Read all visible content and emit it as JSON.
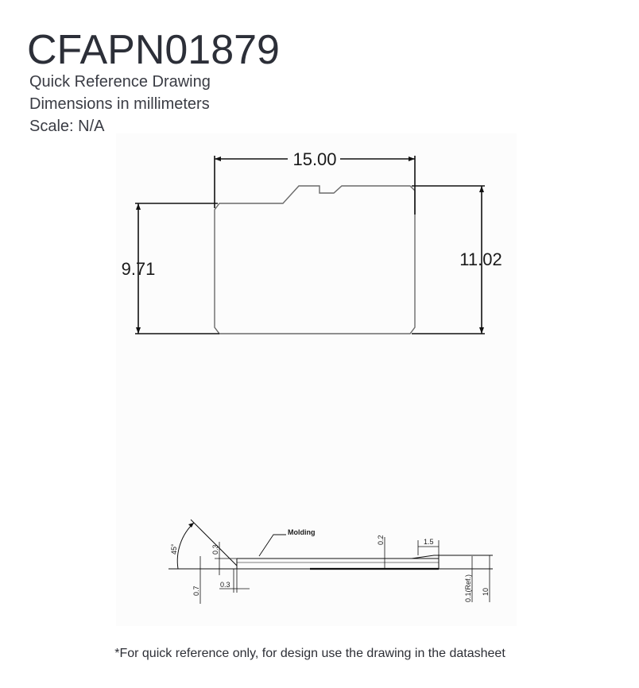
{
  "header": {
    "part_number": "CFAPN01879",
    "subtitle_1": "Quick Reference Drawing",
    "subtitle_2": "Dimensions in millimeters",
    "subtitle_3": "Scale: N/A"
  },
  "top_view": {
    "width_dim": "15.00",
    "left_height_dim": "9.71",
    "right_height_dim": "11.02"
  },
  "side_view": {
    "molding_label": "Molding",
    "angle_dim": "45°",
    "chamfer_height_dim": "0.3",
    "chamfer_width_dim": "0.3",
    "edge_height_dim": "0.7",
    "step_dim": "0.2",
    "step_length_dim": "1.5",
    "ref_dim": "0.1(Ref.)",
    "thickness_dim": "10"
  },
  "footer": {
    "note": "*For quick reference only, for design use the drawing in the datasheet"
  }
}
